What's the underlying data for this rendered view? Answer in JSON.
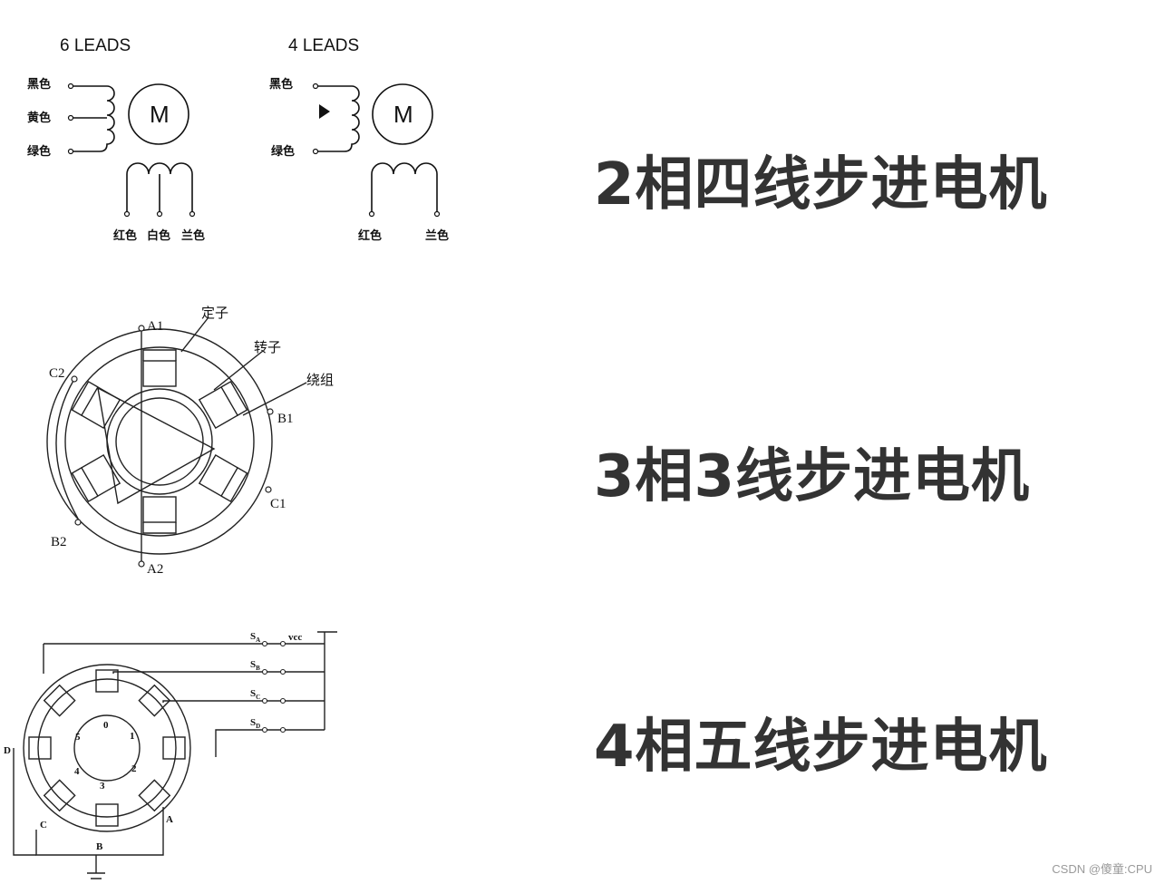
{
  "diagram1": {
    "left_title": "6  LEADS",
    "right_title": "4  LEADS",
    "motor_letter": "M",
    "left_wires": [
      "黑色",
      "黄色",
      "绿色"
    ],
    "left_bottom_wires": [
      "红色",
      "白色",
      "兰色"
    ],
    "right_wires": [
      "黑色",
      "绿色"
    ],
    "right_bottom_wires": [
      "红色",
      "兰色"
    ]
  },
  "diagram2": {
    "labels": {
      "a1": "A1",
      "a2": "A2",
      "b1": "B1",
      "b2": "B2",
      "c1": "C1",
      "c2": "C2",
      "stator": "定子",
      "rotor": "转子",
      "winding": "绕组"
    }
  },
  "diagram3": {
    "switches": [
      "S",
      "S",
      "S",
      "S"
    ],
    "switch_subs": [
      "A",
      "B",
      "C",
      "D"
    ],
    "vcc": "vcc",
    "phases": [
      "A",
      "B",
      "C",
      "D"
    ],
    "teeth": [
      "0",
      "1",
      "2",
      "3",
      "4",
      "5"
    ]
  },
  "headings": {
    "two_phase": "2相四线步进电机",
    "three_phase": "3相3线步进电机",
    "four_phase": "4相五线步进电机"
  },
  "watermark": "CSDN @傻童:CPU"
}
